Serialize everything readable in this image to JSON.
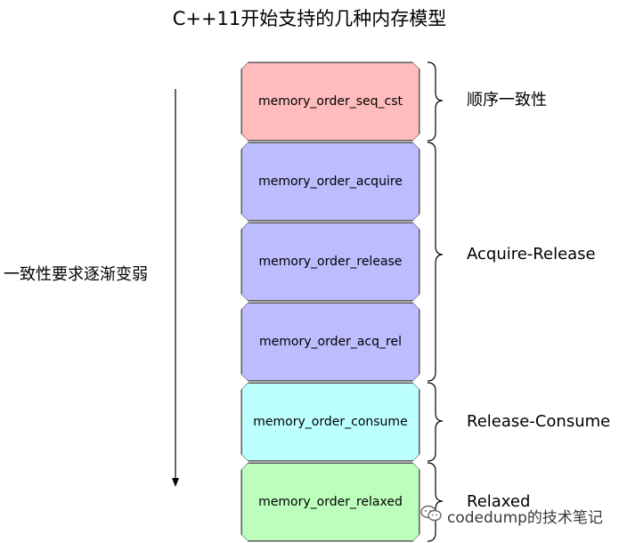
{
  "title": "C++11开始支持的几种内存模型",
  "side_label": "一致性要求逐渐变弱",
  "boxes": [
    {
      "label": "memory_order_seq_cst",
      "color": "#ffbcbc"
    },
    {
      "label": "memory_order_acquire",
      "color": "#bcbcff"
    },
    {
      "label": "memory_order_release",
      "color": "#bcbcff"
    },
    {
      "label": "memory_order_acq_rel",
      "color": "#bcbcff"
    },
    {
      "label": "memory_order_consume",
      "color": "#bcffff"
    },
    {
      "label": "memory_order_relaxed",
      "color": "#bcffbc"
    }
  ],
  "groups": [
    {
      "label": "顺序一致性"
    },
    {
      "label": "Acquire-Release"
    },
    {
      "label": "Release-Consume"
    },
    {
      "label": "Relaxed"
    }
  ],
  "watermark": {
    "icon": "wechat-icon",
    "text": "codedump的技术笔记"
  }
}
